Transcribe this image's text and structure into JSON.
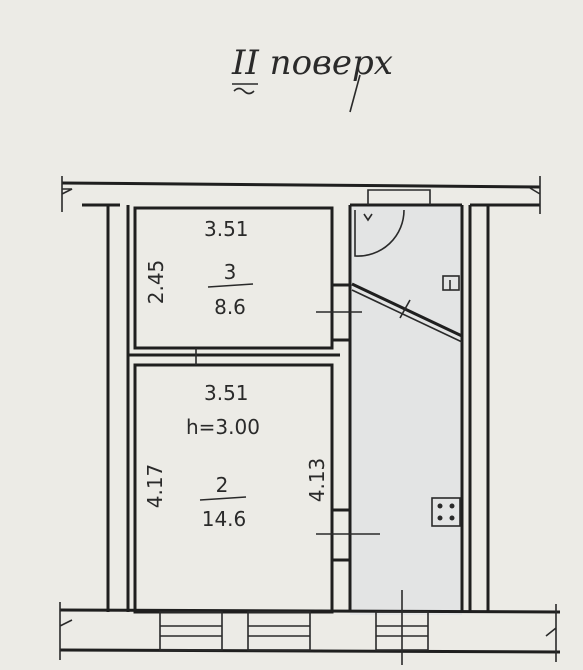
{
  "title": "II поверх",
  "rooms": [
    {
      "number": "3",
      "area": "8.6",
      "width": "3.51",
      "length": "2.45"
    },
    {
      "number": "2",
      "area": "14.6",
      "width": "3.51",
      "height": "h=3.00",
      "length_left": "4.17",
      "length_right": "4.13"
    }
  ],
  "colors": {
    "paper": "#ecebe6",
    "ink": "#1f1f1f",
    "corridor": "#e3e4e4"
  },
  "icons": [
    "stove-icon",
    "sink-icon",
    "wc-icon"
  ]
}
